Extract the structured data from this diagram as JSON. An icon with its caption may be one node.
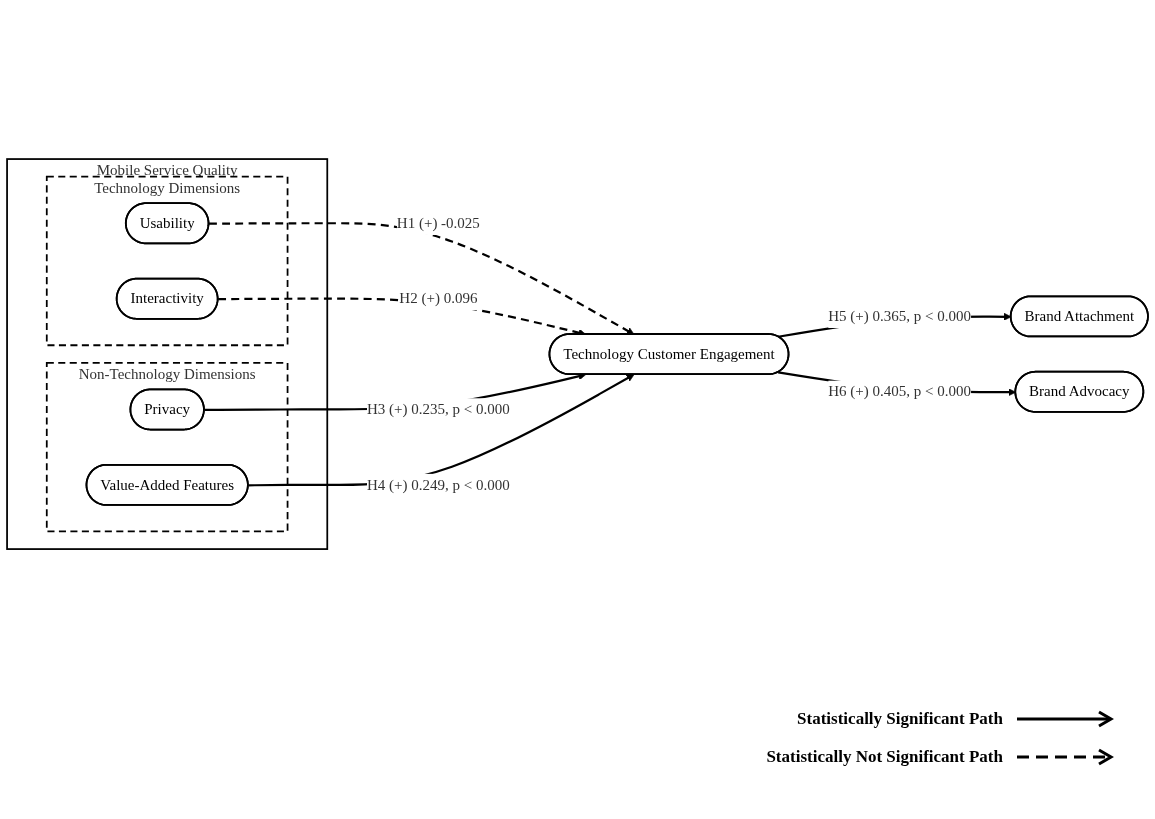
{
  "diagram": {
    "nodes": [
      {
        "text": [
          "Mobile Service Quality"
        ]
      },
      {
        "text": [
          "Technology Dimensions"
        ],
        "in": 0
      },
      {
        "text": [
          "Usability"
        ],
        "in": 1
      },
      {
        "text": [
          "Interactivity"
        ],
        "in": 1
      },
      {
        "text": [
          "Non-Technology Dimensions"
        ],
        "in": 0
      },
      {
        "text": [
          "Privacy"
        ],
        "in": 4
      },
      {
        "text": [
          "Value-Added Features"
        ],
        "in": 4
      },
      {
        "text": [
          "Technology Customer Engagement"
        ]
      },
      {
        "text": [
          "Brand Attachment"
        ]
      },
      {
        "text": [
          "Brand Advocacy"
        ]
      }
    ],
    "edges": [
      {
        "from": 2,
        "to": 7,
        "arrow": "to",
        "style": "dashed",
        "label": "H1 (+) -0.025"
      },
      {
        "from": 3,
        "to": 7,
        "arrow": "to",
        "style": "dashed",
        "label": "H2 (+) 0.096"
      },
      {
        "from": 5,
        "to": 7,
        "arrow": "to",
        "label": "H3 (+) 0.235, p < 0.000"
      },
      {
        "from": 6,
        "to": 7,
        "arrow": "to",
        "label": "H4 (+) 0.249, p < 0.000"
      },
      {
        "from": 7,
        "to": 8,
        "arrow": "to",
        "label": "H5 (+) 0.365, p < 0.000"
      },
      {
        "from": 7,
        "to": 9,
        "arrow": "to",
        "label": "H6 (+) 0.405, p < 0.000"
      }
    ],
    "legend": [
      {
        "text": "Statistically Significant Path"
      },
      {
        "text": "Statistically Not Significant Path"
      }
    ]
  }
}
